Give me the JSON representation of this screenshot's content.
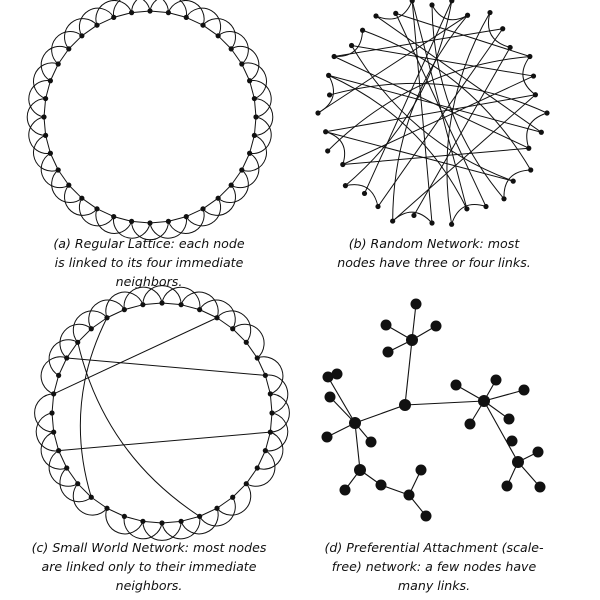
{
  "panels": [
    {
      "id": "a",
      "kind": "regular",
      "caption_lines": [
        "(a) Regular Lattice: each node",
        "is linked to its four immediate",
        "neighbors."
      ],
      "node_count": 36,
      "links_per_node": 4
    },
    {
      "id": "b",
      "kind": "random",
      "caption_lines": [
        "(b) Random Network: most",
        "nodes have three or four links."
      ],
      "node_count": 36
    },
    {
      "id": "c",
      "kind": "small-world",
      "caption_lines": [
        "(c) Small World Network: most nodes",
        "are linked only to their immediate",
        "neighbors."
      ],
      "node_count": 36
    },
    {
      "id": "d",
      "kind": "scale-free",
      "caption_lines": [
        "(d) Preferential Attachment (scale-",
        "free) network: a few nodes have",
        "many links."
      ],
      "hub_count": 3
    }
  ],
  "colors": {
    "line": "#111111",
    "node": "#111111",
    "background": "#ffffff"
  }
}
